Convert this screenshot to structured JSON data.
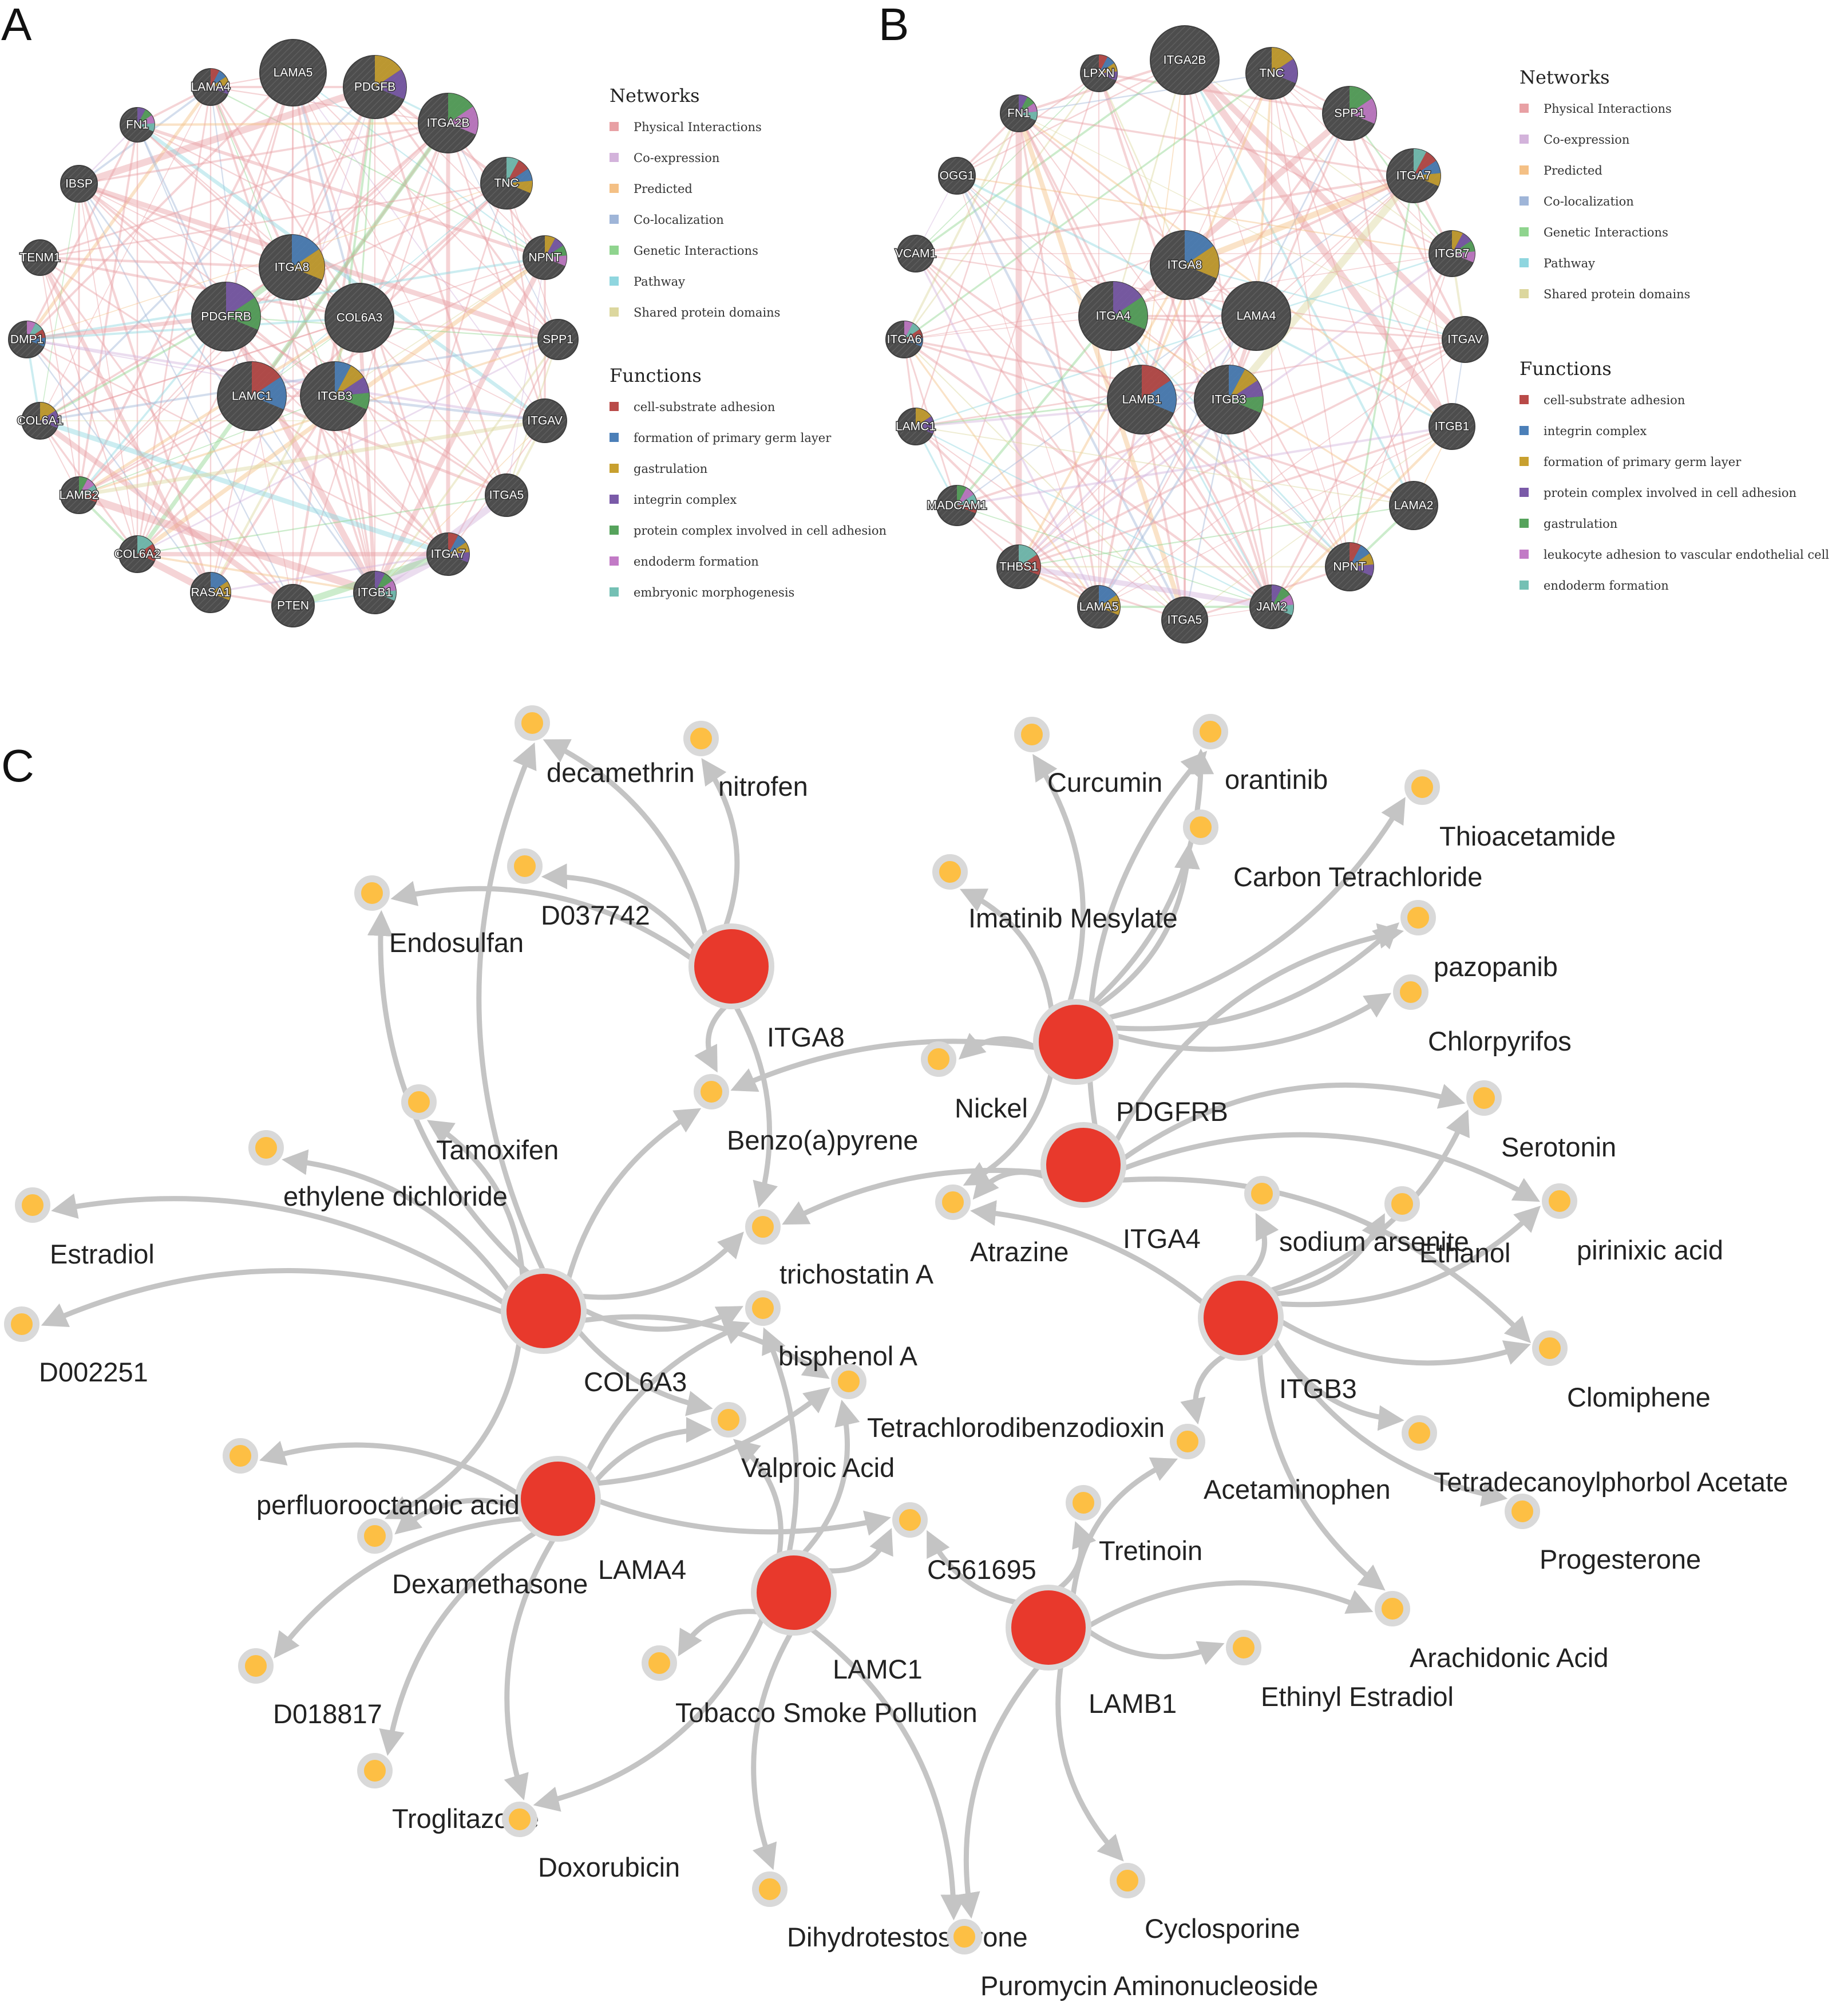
{
  "panels": {
    "A": "A",
    "B": "B",
    "C": "C"
  },
  "legendA": {
    "networks_title": "Networks",
    "networks": [
      {
        "label": "Physical Interactions",
        "color": "#e8a0a4"
      },
      {
        "label": "Co-expression",
        "color": "#d3b3db"
      },
      {
        "label": "Predicted",
        "color": "#f4c085"
      },
      {
        "label": "Co-localization",
        "color": "#9fb5d8"
      },
      {
        "label": "Genetic Interactions",
        "color": "#8fd48e"
      },
      {
        "label": "Pathway",
        "color": "#8fd6df"
      },
      {
        "label": "Shared protein domains",
        "color": "#dcd79e"
      }
    ],
    "functions_title": "Functions",
    "functions": [
      {
        "label": "cell-substrate adhesion",
        "color": "#b94a48"
      },
      {
        "label": "formation of primary germ layer",
        "color": "#4b7fb8"
      },
      {
        "label": "gastrulation",
        "color": "#c8a02f"
      },
      {
        "label": "integrin complex",
        "color": "#7a5aa8"
      },
      {
        "label": "protein complex involved in cell adhesion",
        "color": "#56a35c"
      },
      {
        "label": "endoderm formation",
        "color": "#c27ac6"
      },
      {
        "label": "embryonic morphogenesis",
        "color": "#74c0b4"
      }
    ]
  },
  "legendB": {
    "networks_title": "Networks",
    "networks": [
      {
        "label": "Physical Interactions",
        "color": "#e8a0a4"
      },
      {
        "label": "Co-expression",
        "color": "#d3b3db"
      },
      {
        "label": "Predicted",
        "color": "#f4c085"
      },
      {
        "label": "Co-localization",
        "color": "#9fb5d8"
      },
      {
        "label": "Genetic Interactions",
        "color": "#8fd48e"
      },
      {
        "label": "Pathway",
        "color": "#8fd6df"
      },
      {
        "label": "Shared protein domains",
        "color": "#dcd79e"
      }
    ],
    "functions_title": "Functions",
    "functions": [
      {
        "label": "cell-substrate adhesion",
        "color": "#b94a48"
      },
      {
        "label": "integrin complex",
        "color": "#4b7fb8"
      },
      {
        "label": "formation of primary germ layer",
        "color": "#c8a02f"
      },
      {
        "label": "protein complex involved in cell adhesion",
        "color": "#7a5aa8"
      },
      {
        "label": "gastrulation",
        "color": "#56a35c"
      },
      {
        "label": "leukocyte adhesion to vascular endothelial cell",
        "color": "#c27ac6"
      },
      {
        "label": "endoderm formation",
        "color": "#74c0b4"
      }
    ]
  },
  "networkA_nodes": [
    "LAMA4",
    "LAMA5",
    "PDGFB",
    "FN1",
    "ITGA2B",
    "IBSP",
    "TNC",
    "TENM1",
    "ITGA8",
    "NPNT",
    "PDGFRB",
    "COL6A3",
    "DMP1",
    "SPP1",
    "LAMC1",
    "ITGB3",
    "COL6A1",
    "ITGAV",
    "LAMB2",
    "ITGA5",
    "COL6A2",
    "ITGA7",
    "RASA1",
    "PTEN",
    "ITGB1"
  ],
  "networkB_nodes": [
    "LPXN",
    "ITGA2B",
    "TNC",
    "FN1",
    "SPP1",
    "OGG1",
    "ITGA7",
    "VCAM1",
    "ITGA8",
    "ITGB7",
    "ITGA4",
    "LAMA4",
    "ITGA6",
    "ITGAV",
    "LAMB1",
    "ITGB3",
    "LAMC1",
    "ITGB1",
    "MADCAM1",
    "LAMA2",
    "THBS1",
    "NPNT",
    "LAMA5",
    "ITGA5",
    "JAM2"
  ],
  "networkC": {
    "genes": [
      "ITGA8",
      "PDGFRB",
      "ITGA4",
      "COL6A3",
      "ITGB3",
      "LAMA4",
      "LAMC1",
      "LAMB1"
    ],
    "chemicals": [
      "decamethrin",
      "nitrofen",
      "Curcumin",
      "orantinib",
      "Thioacetamide",
      "D037742",
      "Endosulfan",
      "Carbon Tetrachloride",
      "Imatinib Mesylate",
      "pazopanib",
      "Chlorpyrifos",
      "Nickel",
      "Benzo(a)pyrene",
      "Tamoxifen",
      "ethylene dichloride",
      "Serotonin",
      "Estradiol",
      "Atrazine",
      "trichostatin A",
      "sodium arsenite",
      "Ethanol",
      "pirinixic acid",
      "bisphenol A",
      "D002251",
      "Clomiphene",
      "Tetrachlorodibenzodioxin",
      "Valproic Acid",
      "Acetaminophen",
      "Tetradecanoylphorbol Acetate",
      "perfluorooctanoic acid",
      "Dexamethasone",
      "Tretinoin",
      "Progesterone",
      "C561695",
      "D018817",
      "Tobacco Smoke Pollution",
      "Arachidonic Acid",
      "Ethinyl Estradiol",
      "Troglitazone",
      "Doxorubicin",
      "Dihydrotestosterone",
      "Cyclosporine",
      "Puromycin Aminonucleoside"
    ]
  }
}
